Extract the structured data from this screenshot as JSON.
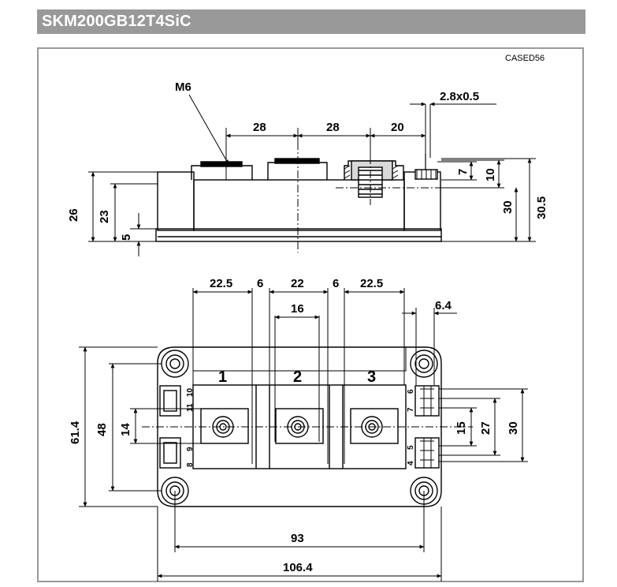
{
  "title": "SKM200GB12T4SiC",
  "case_code": "CASED56",
  "side_view": {
    "thread_label": "M6",
    "dims": {
      "pitch_a": "28",
      "pitch_b": "28",
      "pitch_c": "20",
      "tab_size": "2.8x0.5",
      "height_7": "7",
      "height_10": "10",
      "height_30": "30",
      "height_30_5": "30.5",
      "height_26": "26",
      "height_23": "23",
      "height_5": "5"
    }
  },
  "top_view": {
    "terminals": [
      "1",
      "2",
      "3"
    ],
    "pins_left": [
      "10",
      "11",
      "9",
      "8"
    ],
    "pins_right": [
      "6",
      "7",
      "5",
      "4"
    ],
    "dims": {
      "w_22_5_left": "22.5",
      "w_6_left": "6",
      "w_22": "22",
      "w_6_right": "6",
      "w_22_5_right": "22.5",
      "w_16": "16",
      "w_6_4": "6.4",
      "h_61_4": "61.4",
      "h_48": "48",
      "h_14": "14",
      "h_15": "15",
      "h_27": "27",
      "h_30": "30",
      "w_93": "93",
      "w_106_4": "106.4"
    }
  }
}
